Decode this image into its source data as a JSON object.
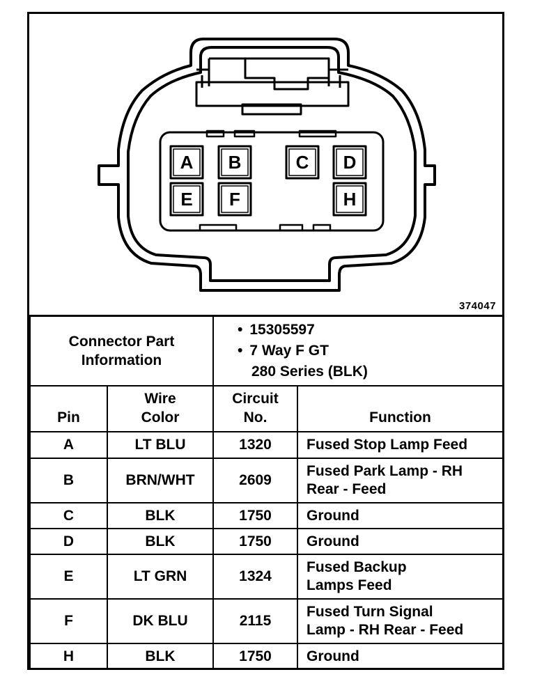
{
  "figure_number": "374047",
  "pins_diagram": [
    "A",
    "B",
    "C",
    "D",
    "E",
    "F",
    "H"
  ],
  "part_info": {
    "label_line1": "Connector Part",
    "label_line2": "Information",
    "part_number": "15305597",
    "desc_line1": "7 Way F GT",
    "desc_line2": "280 Series (BLK)"
  },
  "headers": {
    "pin": "Pin",
    "wire_color_line1": "Wire",
    "wire_color_line2": "Color",
    "circuit_line1": "Circuit",
    "circuit_line2": "No.",
    "function": "Function"
  },
  "rows": [
    {
      "pin": "A",
      "color": "LT BLU",
      "circuit": "1320",
      "function_lines": [
        "Fused Stop Lamp Feed"
      ]
    },
    {
      "pin": "B",
      "color": "BRN/WHT",
      "circuit": "2609",
      "function_lines": [
        "Fused Park Lamp - RH",
        "Rear - Feed"
      ]
    },
    {
      "pin": "C",
      "color": "BLK",
      "circuit": "1750",
      "function_lines": [
        "Ground"
      ]
    },
    {
      "pin": "D",
      "color": "BLK",
      "circuit": "1750",
      "function_lines": [
        "Ground"
      ]
    },
    {
      "pin": "E",
      "color": "LT GRN",
      "circuit": "1324",
      "function_lines": [
        "Fused Backup",
        "Lamps Feed"
      ]
    },
    {
      "pin": "F",
      "color": "DK BLU",
      "circuit": "2115",
      "function_lines": [
        "Fused Turn Signal",
        "Lamp - RH Rear - Feed"
      ]
    },
    {
      "pin": "H",
      "color": "BLK",
      "circuit": "1750",
      "function_lines": [
        "Ground"
      ]
    }
  ]
}
